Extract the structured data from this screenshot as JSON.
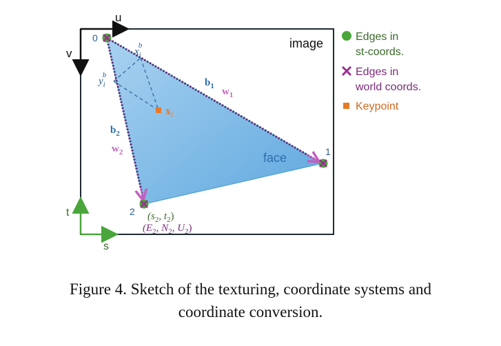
{
  "colors": {
    "frame": "#1f2a33",
    "face_fill": "#7ab8e6",
    "face_fill_light": "#a9d2f0",
    "blue_text": "#2e6fad",
    "purple": "#9b2f8f",
    "pink": "#c55fc0",
    "green": "#4aa63a",
    "orange": "#e87a2a",
    "olive_text": "#3d6a2c",
    "dark_purple_text": "#7a2c7a"
  },
  "diagram": {
    "image_label": "image",
    "face_label": "face",
    "axis_u": "u",
    "axis_v": "v",
    "axis_t": "t",
    "axis_s": "s",
    "vertex_0": "0",
    "vertex_1": "1",
    "vertex_2": "2",
    "b1": "b",
    "b1_sub": "1",
    "w1": "w",
    "w1_sub": "1",
    "b2": "b",
    "b2_sub": "2",
    "w2": "w",
    "w2_sub": "2",
    "x_b": "x",
    "x_b_sub": "i",
    "x_b_sup": "b",
    "y_b": "y",
    "y_b_sub": "i",
    "y_b_sup": "b",
    "keypoint_label": "x",
    "keypoint_sub": "i",
    "st_coord": "(s",
    "st_coord_sub1": "2",
    "st_coord_mid": ", t",
    "st_coord_sub2": "2",
    "st_coord_end": ")",
    "world_coord": "(E",
    "world_coord_sub1": "2",
    "world_coord_mid1": ", N",
    "world_coord_sub2": "2",
    "world_coord_mid2": ", U",
    "world_coord_sub3": "2",
    "world_coord_end": ")"
  },
  "legend": {
    "edges_st_line1": "Edges in",
    "edges_st_line2": "st-coords.",
    "edges_world_line1": "Edges in",
    "edges_world_line2": "world coords.",
    "keypoint": "Keypoint"
  },
  "caption": {
    "line1": "Figure 4. Sketch of the texturing, coordinate systems and",
    "line2": "coordinate conversion."
  }
}
